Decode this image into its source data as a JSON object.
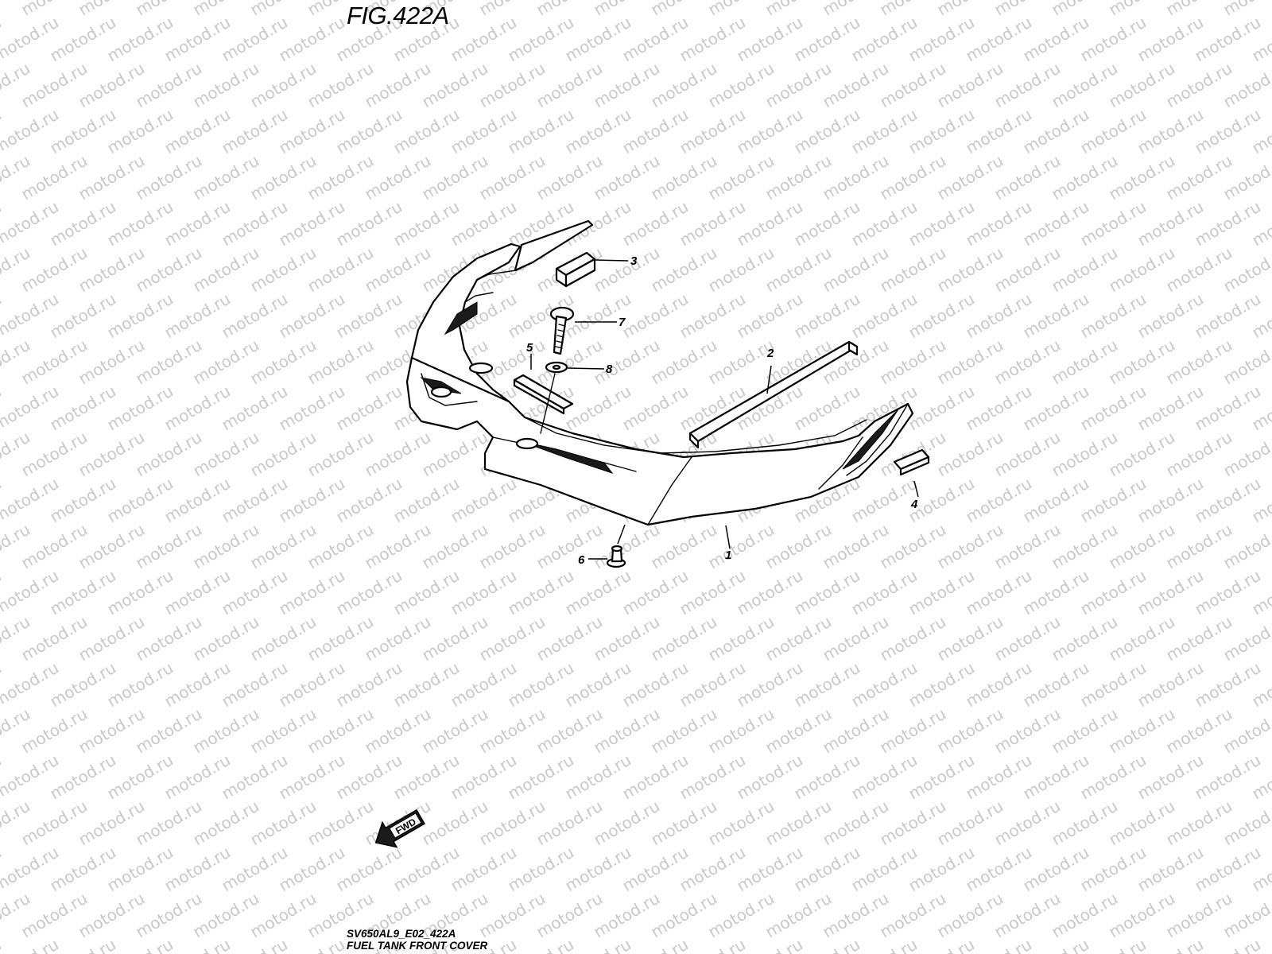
{
  "figure": {
    "title": "FIG.422A",
    "code": "SV650AL9_E02_422A",
    "caption": "FUEL TANK FRONT COVER",
    "watermark": "motod.ru",
    "direction_label": "FWD"
  },
  "callouts": {
    "c1": "1",
    "c2": "2",
    "c3": "3",
    "c4": "4",
    "c5": "5",
    "c6": "6",
    "c7": "7",
    "c8": "8"
  },
  "colors": {
    "line": "#000000",
    "watermark": "#c9c9c9",
    "background": "#ffffff"
  },
  "icons": {
    "direction": "fwd-arrow-icon"
  }
}
